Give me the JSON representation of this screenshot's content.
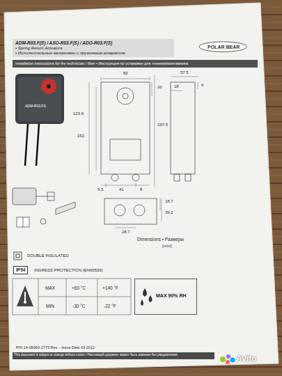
{
  "diagram": {
    "nodes": [
      {
        "text": [
          "ADM-R03.F(S) / ASO-R03.F(S) / ADO-R03.F(S)",
          "• Spring Return Actuators",
          "• Исполнительные механизмы с пружинным возвратом"
        ]
      },
      {
        "text": [
          "Installation instructions for the technician / fitter • Инструкция по установке для техника/монтажника"
        ]
      },
      {
        "text": [
          "POLAR BEAR"
        ]
      },
      {
        "text": [
          "IP54"
        ]
      },
      {
        "text": [
          "MAX 90% RH"
        ]
      }
    ],
    "labels": [
      "ADM-R03.FS",
      "82",
      "20",
      "57.5",
      "18",
      "6",
      "123.6",
      "152",
      "197.5",
      "6.5",
      "41",
      "8",
      "18.7",
      "39.2",
      "28.7",
      "Dimensions • Размеры",
      "[mm]",
      "DOUBLE INSULATED",
      "INGRESS PROTECTION (EN60529)",
      "MAX",
      "+60 °C",
      "+140 °F",
      "MIN",
      "-30 °C",
      "-22 °F",
      "P/N 14-05360-2773 Rev. - Issue Date 03 2012",
      "This document is subject to change without notice • Настоящий документ может быть изменен без уведомления",
      "Avito"
    ]
  }
}
